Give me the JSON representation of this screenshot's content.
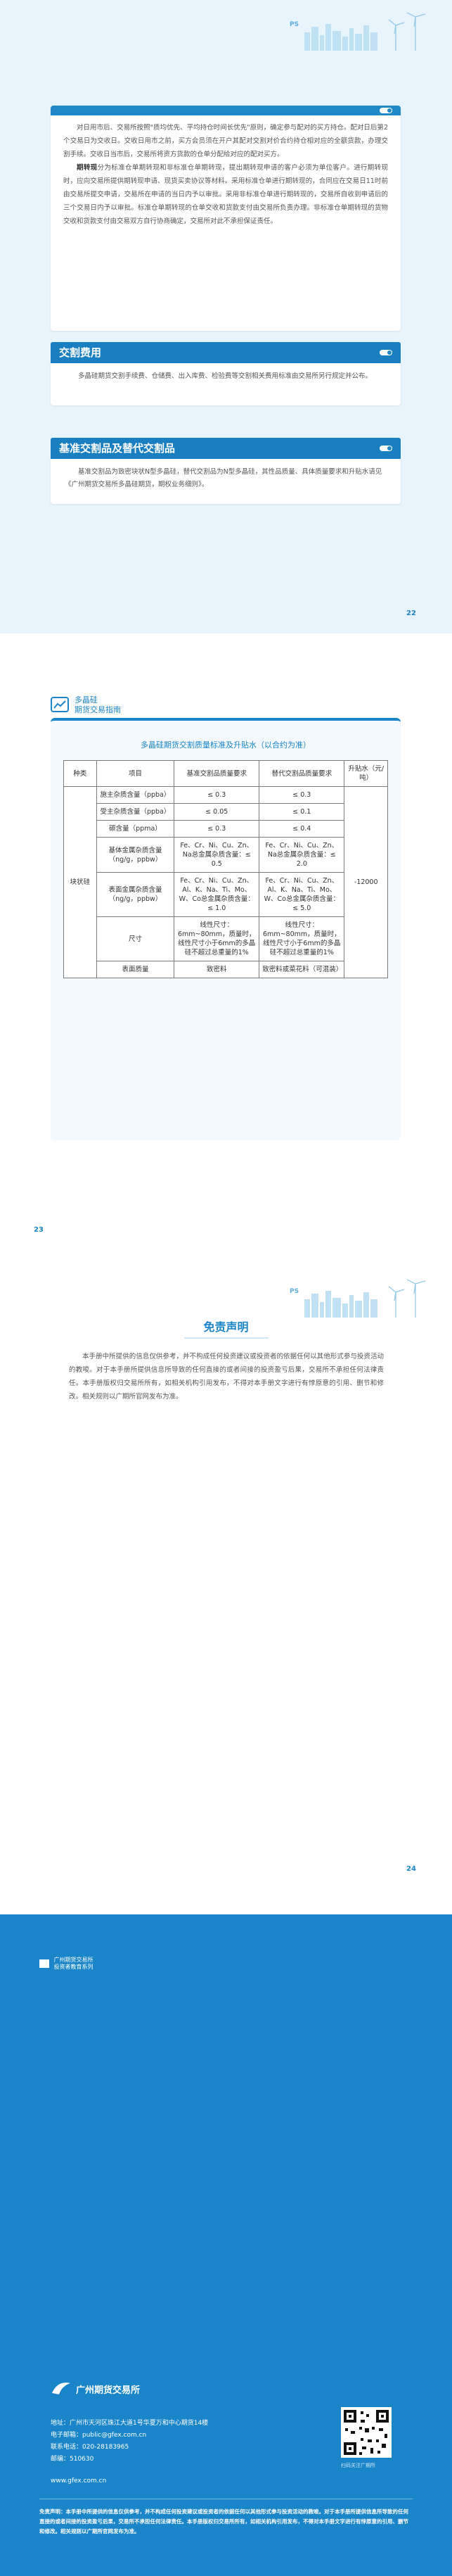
{
  "page1": {
    "logo": "PS",
    "intro_card": {
      "para1": "对日用市后、交易所按照\"质均优先、平均持仓时间长优先\"原则，确定参与配对的买方持仓。配对日后第2个交易日为交收日。交收日用市之前，买方会员须在开户其配对交割对价合约持仓相对应的全额货款，办理交割手续。交收日当市后，交易所将资方货款的仓单分配给对应的配对买方。",
      "para2_head": "期转现",
      "para2": "分为标准仓单期转现和非标准仓单期转现，提出期转现申请的客户必须为单位客户。进行期转现时，应向交易所提供期转现申请、现货买卖协议等材料。采用标准仓单进行期转现的，合同应在交易日11时前由交易所提交申请，交易所在申请的当日内予以审批。采用非标准仓单进行期转现的，交易所自收到申请后的三个交易日内予以审批。标准仓单期转现的仓单交收和货款支付由交易所负责办理。非标准仓单期转现的货物交收和货款支付由交易双方自行协商确定，交易所对此不承担保证责任。"
    },
    "fees": {
      "title": "交割费用",
      "body": "多晶硅期货交割手续费、仓储费、出入库费、检验费等交割相关费用标准由交易所另行规定并公布。"
    },
    "grades": {
      "title": "基准交割品及替代交割品",
      "body": "基准交割品为致密块状N型多晶硅，替代交割品为N型多晶硅，其性品质量、具体质量要求和升贴水请见《广州期货交易所多晶硅期货，期权业务细则》。"
    },
    "page_number": "22"
  },
  "page2": {
    "guide_title_line1": "多晶硅",
    "guide_title_line2": "期货交易指南",
    "table_caption": "多晶硅期货交割质量标准及升贴水（以合约为准）",
    "table": {
      "headers": [
        "种类",
        "项目",
        "基准交割品质量要求",
        "替代交割品质量要求",
        "升贴水（元/吨）"
      ],
      "category": "块状硅",
      "premium": "-12000",
      "rows": [
        {
          "item": "施主杂质含量（ppba）",
          "base": "≤ 0.3",
          "alt": "≤ 0.3"
        },
        {
          "item": "受主杂质含量（ppba）",
          "base": "≤ 0.05",
          "alt": "≤ 0.1"
        },
        {
          "item": "碳含量（ppma）",
          "base": "≤ 0.3",
          "alt": "≤ 0.4"
        },
        {
          "item": "基体金属杂质含量（ng/g，ppbw）",
          "base": "Fe、Cr、Ni、Cu、Zn、Na总金属杂质含量：≤ 0.5",
          "alt": "Fe、Cr、Ni、Cu、Zn、Na总金属杂质含量：≤ 2.0"
        },
        {
          "item": "表面金属杂质含量（ng/g，ppbw）",
          "base": "Fe、Cr、Ni、Cu、Zn、Al、K、Na、Ti、Mo、W、Co总金属杂质含量：≤ 1.0",
          "alt": "Fe、Cr、Ni、Cu、Zn、Al、K、Na、Ti、Mo、W、Co总金属杂质含量：≤ 5.0"
        },
        {
          "item": "尺寸",
          "base": "线性尺寸：6mm~80mm，质量时，线性尺寸小于6mm的多晶硅不超过总重量的1%",
          "alt": "线性尺寸：6mm~80mm，质量时，线性尺寸小于6mm的多晶硅不超过总重量的1%"
        },
        {
          "item": "表面质量",
          "base": "致密料",
          "alt": "致密料或菜花料（可混装）"
        }
      ]
    },
    "page_number": "23"
  },
  "page3": {
    "logo": "PS",
    "disclaimer_title": "免责声明",
    "disclaimer_body": "本手册中所提供的信息仅供参考，并不构成任何投资建议或投资者的依据任何以其他形式参与投资活动的教唆。对于本手册所提供信息所导致的任何直接的或者间接的投资盈亏后果，交易所不承担任何法律责任。本手册版权归交易所所有，如相关机构引用发布，不得对本手册文字进行有悖原意的引用、删节和修改。相关规则以广期所官网发布为准。",
    "page_number": "24"
  },
  "cover": {
    "small_logo_line1": "广州期货交易所",
    "small_logo_line2": "投资者教育系列",
    "brand": "广州期货交易所",
    "address": "地址：广州市天河区珠江大道1号华夏万和中心期货14楼",
    "email": "电子邮箱：public@gfex.com.cn",
    "phone": "联系电话：020-28183965",
    "postcode": "邮编：510630",
    "website": "www.gfex.com.cn",
    "qr_caption": "扫码关注广期所",
    "disclaimer": "免责声明：本手册中所提供的信息仅供参考，并不构成任何投资建议或投资者的依据任何以其他形式参与投资活动的教唆。对于本手册所提供信息所导致的任何直接的或者间接的投资盈亏后果，交易所不承担任何法律责任。本手册版权归交易所所有，如相关机构引用发布，不得对本手册文字进行有悖原意的引用、删节和修改。相关规则以广期所官网发布为准。"
  }
}
